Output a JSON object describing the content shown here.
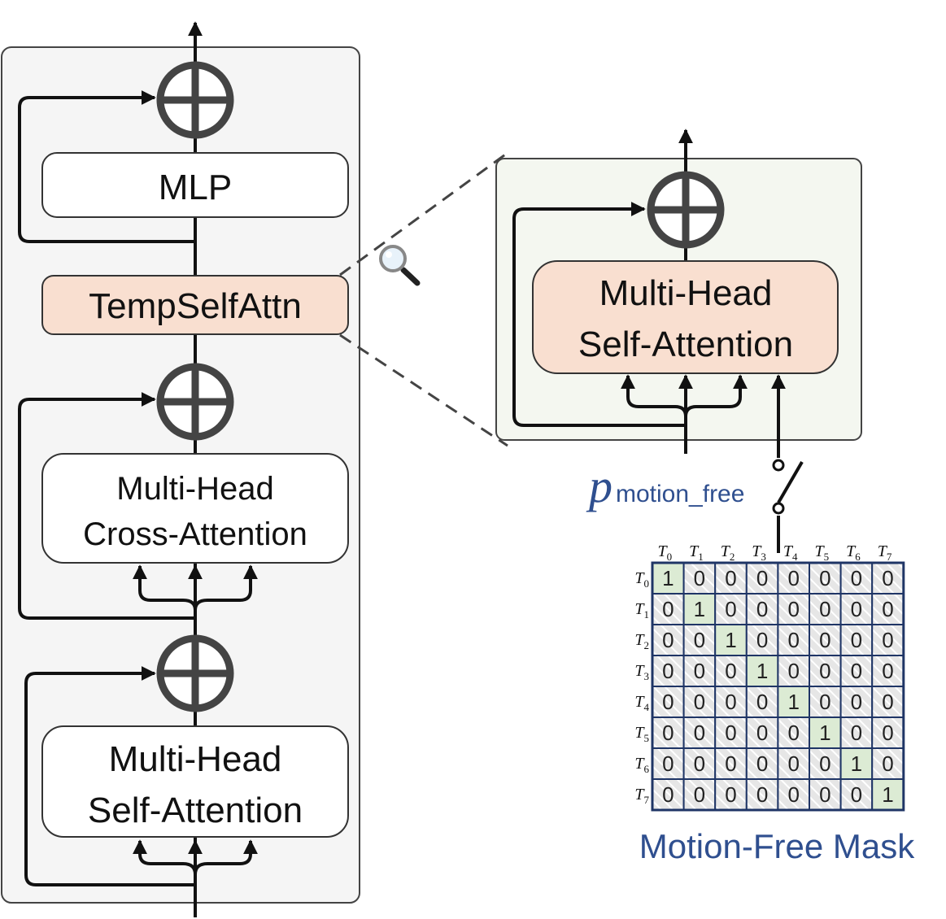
{
  "left_block": {
    "mlp_label": "MLP",
    "temp_label": "TempSelfAttn",
    "cross_attn_line1": "Multi-Head",
    "cross_attn_line2": "Cross-Attention",
    "self_attn_line1": "Multi-Head",
    "self_attn_line2": "Self-Attention"
  },
  "zoom_block": {
    "attn_line1": "Multi-Head",
    "attn_line2": "Self-Attention"
  },
  "switch": {
    "p_symbol": "p",
    "p_subscript": "motion_free"
  },
  "mask": {
    "caption": "Motion-Free Mask",
    "row_labels": [
      {
        "t": "T",
        "sub": "0"
      },
      {
        "t": "T",
        "sub": "1"
      },
      {
        "t": "T",
        "sub": "2"
      },
      {
        "t": "T",
        "sub": "3"
      },
      {
        "t": "T",
        "sub": "4"
      },
      {
        "t": "T",
        "sub": "5"
      },
      {
        "t": "T",
        "sub": "6"
      },
      {
        "t": "T",
        "sub": "7"
      }
    ],
    "col_labels": [
      {
        "t": "T",
        "sub": "0"
      },
      {
        "t": "T",
        "sub": "1"
      },
      {
        "t": "T",
        "sub": "2"
      },
      {
        "t": "T",
        "sub": "3"
      },
      {
        "t": "T",
        "sub": "4"
      },
      {
        "t": "T",
        "sub": "5"
      },
      {
        "t": "T",
        "sub": "6"
      },
      {
        "t": "T",
        "sub": "7"
      }
    ],
    "values": [
      [
        1,
        0,
        0,
        0,
        0,
        0,
        0,
        0
      ],
      [
        0,
        1,
        0,
        0,
        0,
        0,
        0,
        0
      ],
      [
        0,
        0,
        1,
        0,
        0,
        0,
        0,
        0
      ],
      [
        0,
        0,
        0,
        1,
        0,
        0,
        0,
        0
      ],
      [
        0,
        0,
        0,
        0,
        1,
        0,
        0,
        0
      ],
      [
        0,
        0,
        0,
        0,
        0,
        1,
        0,
        0
      ],
      [
        0,
        0,
        0,
        0,
        0,
        0,
        1,
        0
      ],
      [
        0,
        0,
        0,
        0,
        0,
        0,
        0,
        1
      ]
    ]
  },
  "colors": {
    "block_bg": "#f5f5f5",
    "zoom_bg": "#f4f7f0",
    "temp_fill": "#f9dfd0",
    "mask_diag": "#dcebd4",
    "mask_border": "#1f3566",
    "caption": "#2f4f8f"
  }
}
